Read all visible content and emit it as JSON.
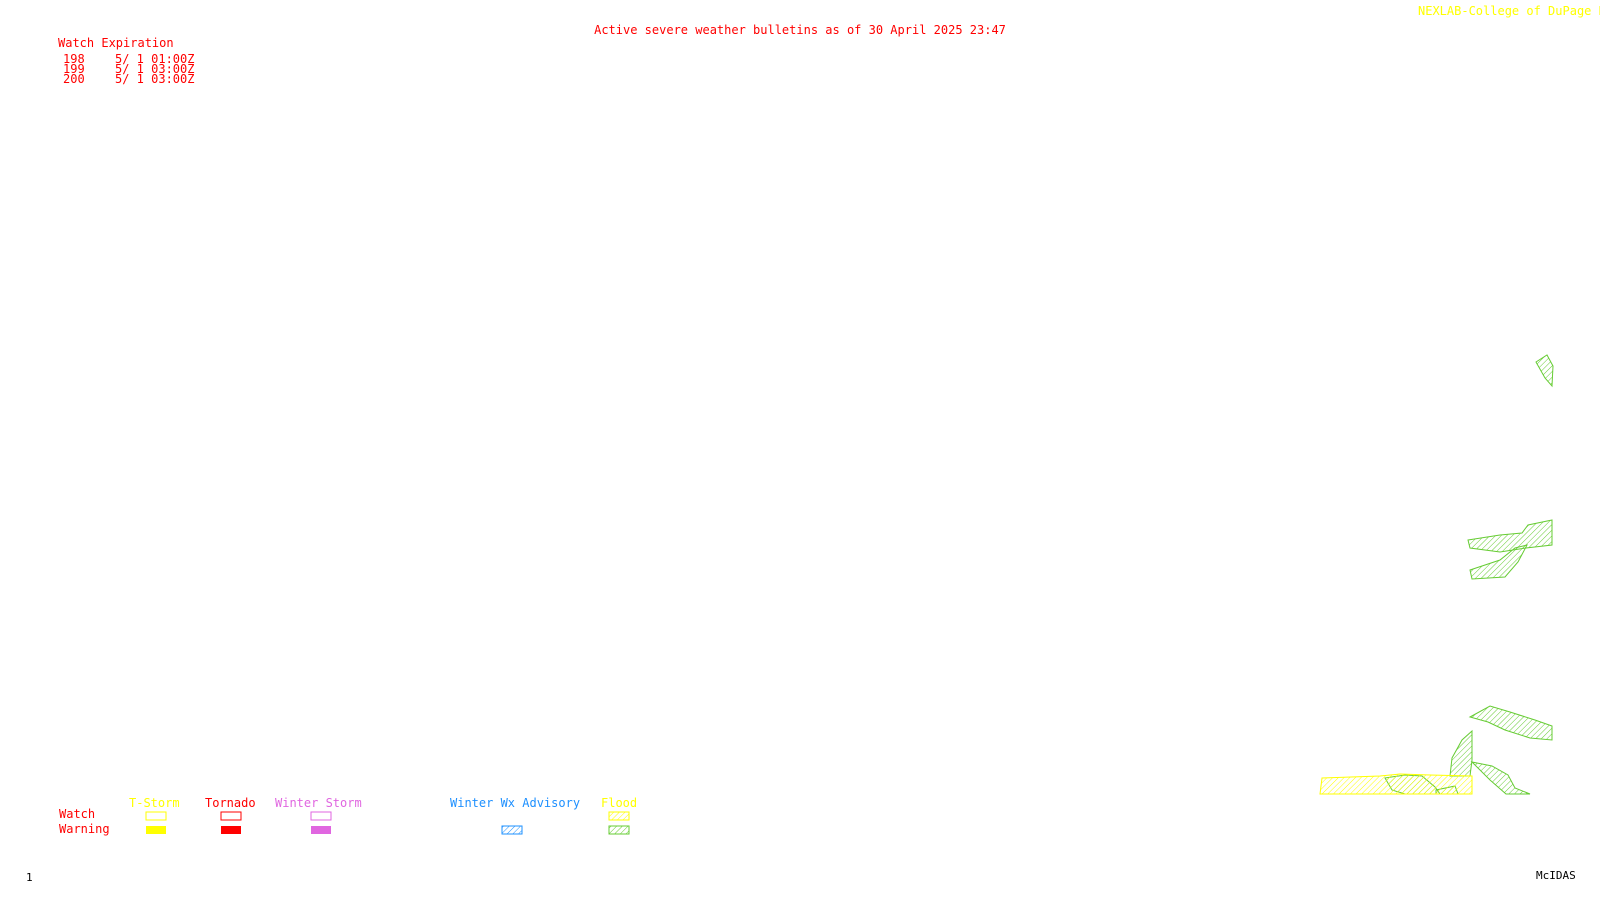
{
  "title": "Active severe weather bulletins as of 30 April 2025 23:47",
  "credit": "NEXLAB-College of DuPage R",
  "watch_table": {
    "header": "Watch Expiration",
    "rows": [
      {
        "watch": "198",
        "expiration": "5/ 1 01:00Z"
      },
      {
        "watch": "199",
        "expiration": "5/ 1 03:00Z"
      },
      {
        "watch": "200",
        "expiration": "5/ 1 03:00Z"
      }
    ]
  },
  "legend": {
    "row_labels": {
      "watch": "Watch",
      "warning": "Warning"
    },
    "categories": [
      {
        "name": "T-Storm",
        "color": "#ffff00"
      },
      {
        "name": "Tornado",
        "color": "#ff0000"
      },
      {
        "name": "Winter Storm",
        "color": "#e066e0"
      },
      {
        "name": "Winter Wx Advisory",
        "color": "#1e90ff"
      },
      {
        "name": "Flood",
        "color": "#ffff00"
      }
    ]
  },
  "colors": {
    "flood_warning": "#66cc33",
    "flood_watch": "#ffff00",
    "text": "#ff0000"
  },
  "footer": {
    "frame": "1",
    "software": "McIDAS"
  }
}
